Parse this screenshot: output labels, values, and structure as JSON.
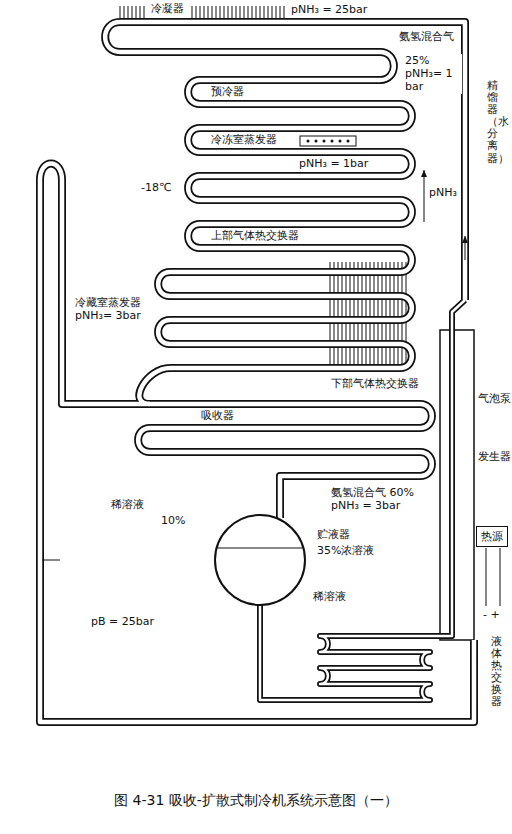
{
  "diagram": {
    "caption": "图 4-31 吸收-扩散式制冷机系统示意图（一）",
    "nodes": [
      {
        "text": [
          "热源"
        ]
      }
    ],
    "labels": [
      "冷凝器",
      "pNH₃ = 25bar",
      "氨氢混合气",
      "25% pNH₃= 1 bar",
      "精馏器（水分离器）",
      "预冷器",
      "冷冻室蒸发器",
      "pNH₃ = 1bar",
      "-18℃",
      "pNH₃",
      "上部气体热交换器",
      "冷藏室蒸发器 pNH₃= 3bar",
      "下部气体热交换器",
      "气泡泵",
      "吸收器",
      "发生器",
      "氨氢混合气 60% pNH₃ = 3bar",
      "稀溶液",
      "10%",
      "贮液器",
      "35%浓溶液",
      "稀溶液",
      "pB = 25bar",
      "- +",
      "液体热交换器"
    ]
  }
}
